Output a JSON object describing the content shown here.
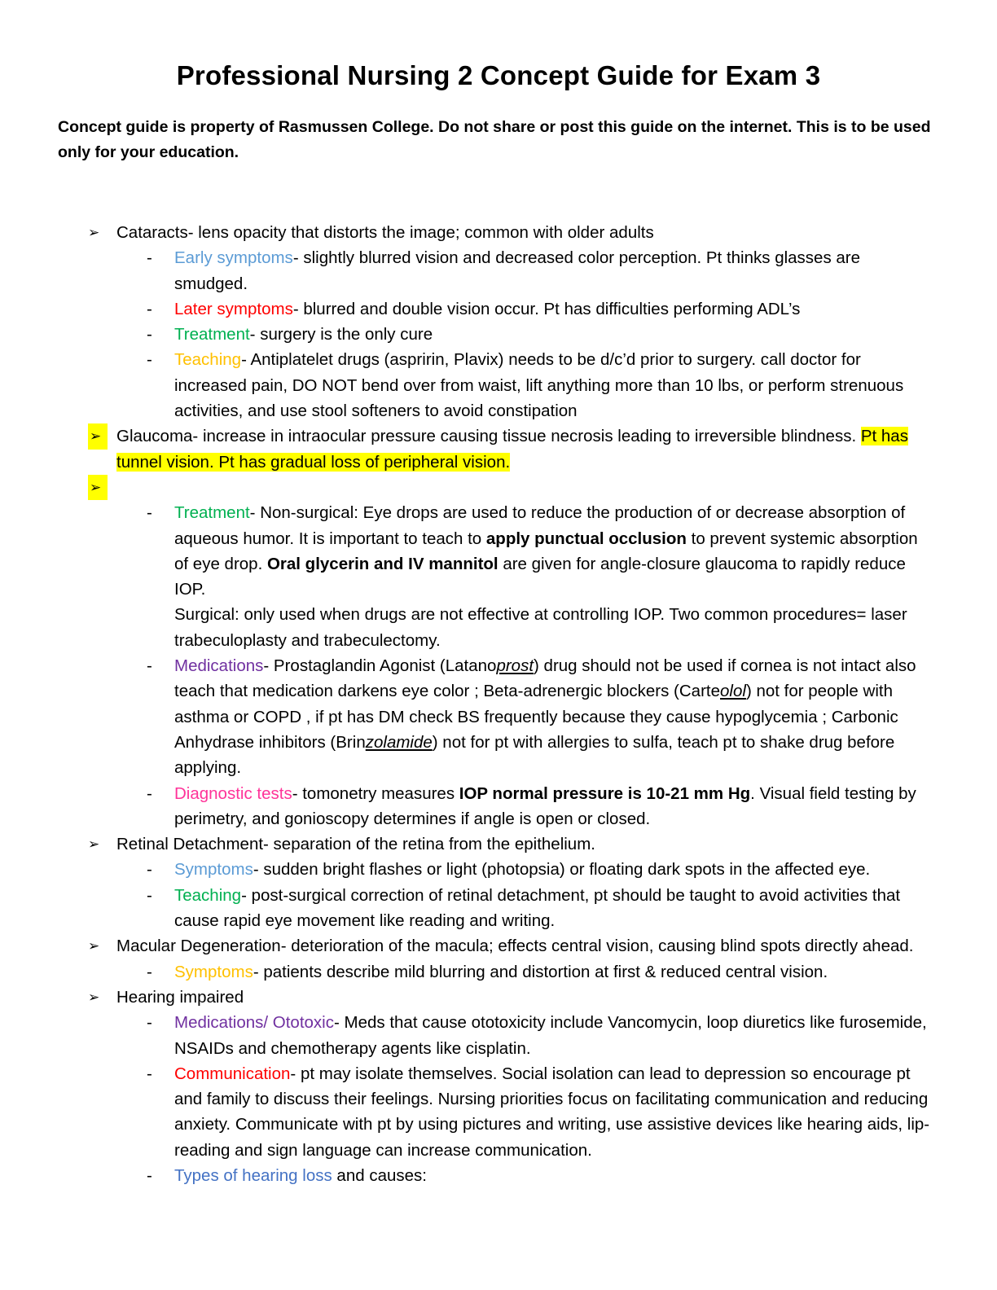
{
  "title": "Professional Nursing 2 Concept Guide for Exam 3",
  "notice": "Concept guide is property of Rasmussen College. Do not share or post this guide on the internet.  This is to be used only for your education.",
  "bullet_glyph": "➢",
  "dash_glyph": "-",
  "cataracts": {
    "heading": "Cataracts- lens opacity that distorts the image; common with older adults",
    "early_label": "Early symptoms",
    "early_text": "- slightly blurred vision and decreased color perception. Pt thinks glasses are smudged.",
    "later_label": "Later symptoms",
    "later_text": "- blurred and double vision occur. Pt has difficulties performing ADL’s",
    "treatment_label": "Treatment",
    "treatment_text": "- surgery is the only cure",
    "teaching_label": "Teaching",
    "teaching_text": "- Antiplatelet drugs (aspririn, Plavix) needs to be d/c’d prior to surgery. call doctor for increased pain, DO NOT bend over from waist, lift anything more than 10 lbs, or perform strenuous activities, and use stool softeners to avoid constipation"
  },
  "glaucoma": {
    "heading": "Glaucoma- increase in intraocular pressure causing tissue necrosis leading to irreversible blindness. ",
    "heading_highlight": "Pt has tunnel vision. Pt has gradual loss of peripheral vision.",
    "treatment_label": "Treatment",
    "treatment_a": "- Non-surgical: Eye drops are used to reduce the production of or decrease absorption of aqueous humor. It is important to teach to ",
    "treatment_b": "apply punctual occlusion",
    "treatment_c": " to prevent systemic absorption of eye drop. ",
    "treatment_d": "Oral glycerin and IV mannitol",
    "treatment_e": " are given for angle-closure glaucoma to rapidly reduce IOP.",
    "surgical_text": "Surgical: only used when drugs are not effective at controlling IOP. Two common procedures= laser trabeculoplasty and trabeculectomy.",
    "meds_label": "Medications",
    "meds_a": "- Prostaglandin Agonist (Latano",
    "meds_b": "prost",
    "meds_c": ") drug should not be used if cornea is not intact also teach that medication darkens eye color ; Beta-adrenergic blockers (Carte",
    "meds_d": "olol",
    "meds_e": ") not for people with asthma or COPD , if pt has DM check BS frequently because they cause hypoglycemia ; Carbonic Anhydrase inhibitors (Brin",
    "meds_f": "zolamide",
    "meds_g": ") not for pt with allergies to sulfa, teach pt to shake drug before applying.",
    "diag_label": "Diagnostic tests",
    "diag_a": "- tomonetry measures ",
    "diag_b": "IOP normal pressure is 10-21 mm Hg",
    "diag_c": ". Visual field testing by perimetry, and gonioscopy determines if angle is open or closed."
  },
  "retinal": {
    "heading": "Retinal Detachment- separation of the retina from the epithelium.",
    "symptoms_label": "Symptoms",
    "symptoms_text": "- sudden bright flashes or light (photopsia) or floating dark spots in the affected eye.",
    "teaching_label": "Teaching",
    "teaching_text": "- post-surgical correction of retinal detachment, pt should be taught to avoid activities that cause rapid eye movement like reading and writing."
  },
  "macular": {
    "heading": "Macular Degeneration- deterioration of the macula; effects central vision, causing blind spots directly ahead.",
    "symptoms_label": "Symptoms",
    "symptoms_text": "- patients describe mild blurring and distortion at first & reduced central vision."
  },
  "hearing": {
    "heading": "Hearing impaired",
    "meds_label": "Medications/ Ototoxic",
    "meds_text": "- Meds that cause ototoxicity include Vancomycin, loop diuretics like furosemide, NSAIDs and chemotherapy agents like cisplatin.",
    "comm_label": "Communication",
    "comm_text": "- pt may isolate themselves. Social isolation can lead to depression so encourage pt and family to discuss their feelings. Nursing priorities focus on facilitating communication and reducing anxiety. Communicate with pt by using pictures and writing, use assistive devices like hearing aids, lip-reading and sign language can increase communication.",
    "types_label": "Types of hearing loss",
    "types_text": " and causes:"
  }
}
